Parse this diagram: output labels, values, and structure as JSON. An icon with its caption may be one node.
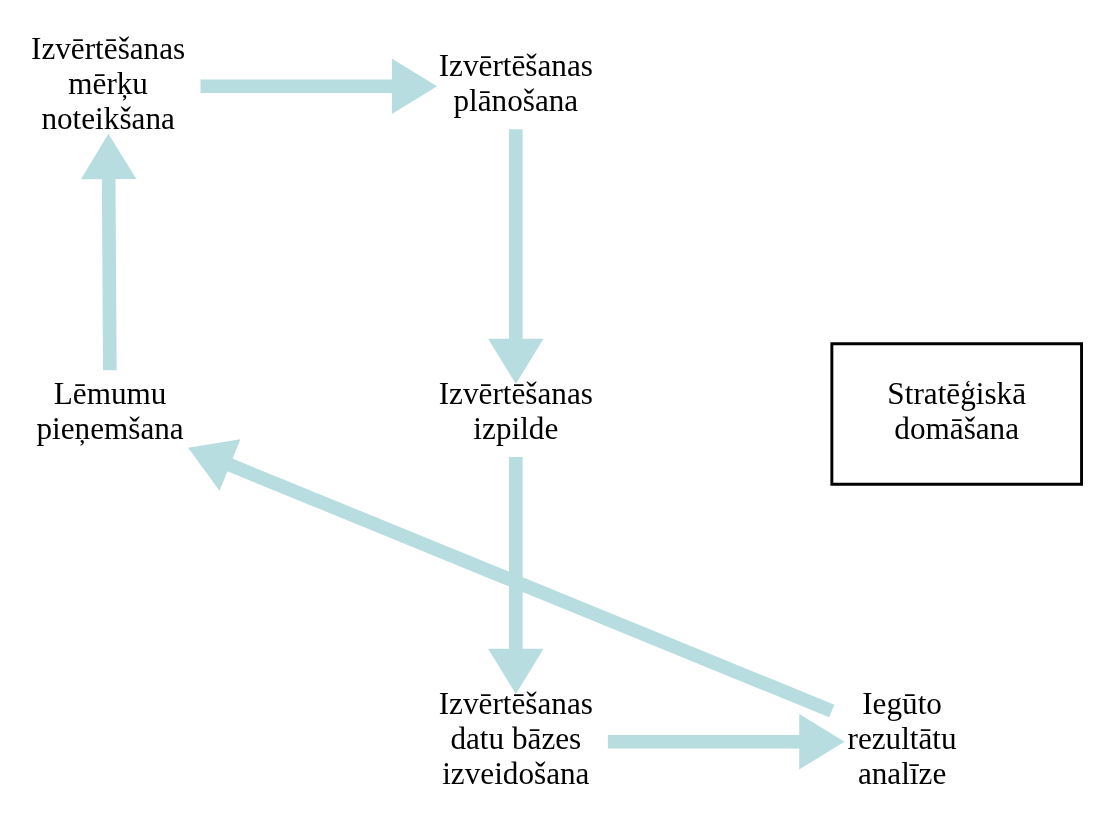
{
  "diagram": {
    "nodes": [
      {
        "text": [
          "Izvērtēšanas mērķu noteikšana"
        ]
      },
      {
        "text": [
          "Izvērtēšanas plānošana"
        ]
      },
      {
        "text": [
          "Izvērtēšanas izpilde"
        ]
      },
      {
        "text": [
          "Izvērtēšanas datu bāzes izveidošana"
        ]
      },
      {
        "text": [
          "Iegūto rezultātu analīze"
        ]
      },
      {
        "text": [
          "Lēmumu pieņemšana"
        ]
      },
      {
        "text": [
          "Stratēģiskā domāšana"
        ]
      }
    ],
    "edges": [
      {
        "from": 0,
        "to": 1,
        "arrow": "to"
      },
      {
        "from": 1,
        "to": 2,
        "arrow": "to"
      },
      {
        "from": 2,
        "to": 3,
        "arrow": "to"
      },
      {
        "from": 3,
        "to": 4,
        "arrow": "to"
      },
      {
        "from": 4,
        "to": 5,
        "arrow": "to"
      },
      {
        "from": 5,
        "to": 0,
        "arrow": "to"
      }
    ]
  }
}
